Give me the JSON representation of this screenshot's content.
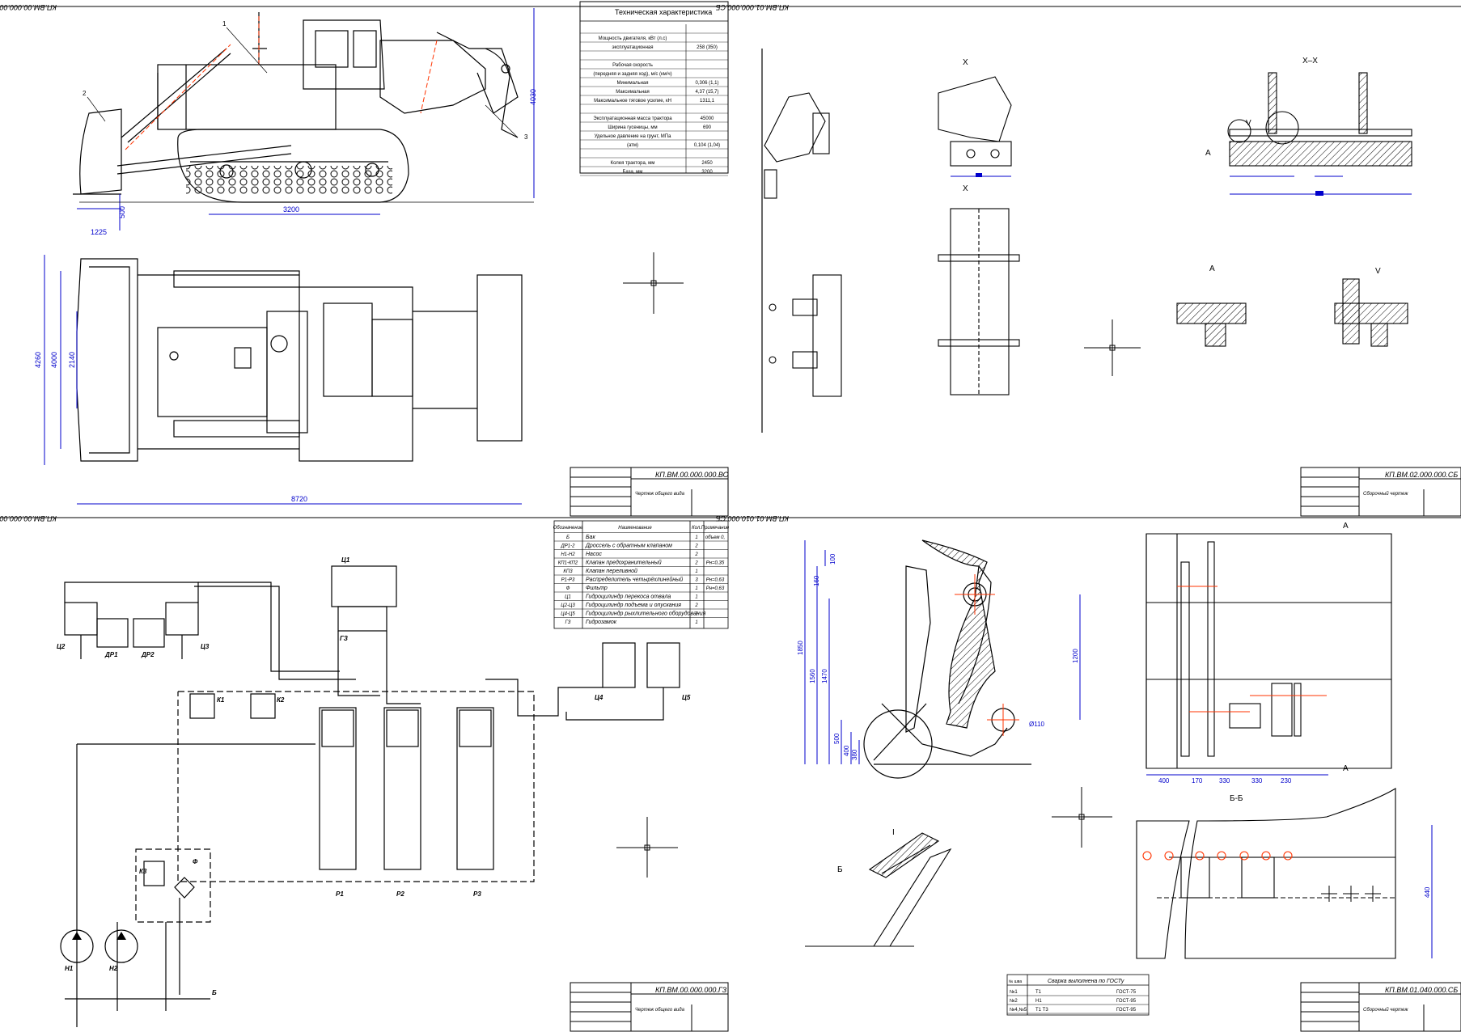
{
  "sheets": {
    "s1": {
      "code": "КП.ВМ.00.000.000.ВО",
      "stamp": "КП.ВМ.00.000.000.ВО",
      "subtitle": "Чертеж общего вида"
    },
    "s2": {
      "code": "КП.ВМ.02.000.000.СБ",
      "stamp": "КП.ВМ.01.000.000.СБ",
      "subtitle": "Сборочный чертеж"
    },
    "s3": {
      "code": "КП.ВМ.00.000.000.ГЗ",
      "stamp": "КП.ВМ.00.000.000.ГЗ",
      "subtitle": "Чертеж общего вида"
    },
    "s4": {
      "code": "КП.ВМ.01.040.000.СБ",
      "stamp": "КП.ВМ.01.010.000.СБ",
      "subtitle": "Сборочный чертеж"
    }
  },
  "specs": {
    "title": "Техническая характеристика",
    "rows": [
      {
        "label": "",
        "value": ""
      },
      {
        "label": "Мощность двигателя, кВт (л.с)",
        "value": ""
      },
      {
        "label": "эксплуатационная",
        "value": "258 (350)"
      },
      {
        "label": "",
        "value": ""
      },
      {
        "label": "Рабочая скорость",
        "value": ""
      },
      {
        "label": "(передняя и задняя ход), м/с (км/ч)",
        "value": ""
      },
      {
        "label": "Минимальная",
        "value": "0,306 (1,1)"
      },
      {
        "label": "Максимальная",
        "value": "4,37 (15,7)"
      },
      {
        "label": "Максимальное тяговое усилие, кН",
        "value": "1311,1"
      },
      {
        "label": "",
        "value": ""
      },
      {
        "label": "Эксплуатационная масса трактора",
        "value": "45000"
      },
      {
        "label": "Ширина гусеницы, мм",
        "value": "690"
      },
      {
        "label": "Удельное давление на грунт, МПа",
        "value": ""
      },
      {
        "label": "(атм)",
        "value": "0,104 (1,04)"
      },
      {
        "label": "",
        "value": ""
      },
      {
        "label": "Колея трактора, мм",
        "value": "2450"
      },
      {
        "label": "База, мм",
        "value": "3200"
      }
    ]
  },
  "dims": {
    "side_height": "4030",
    "side_base": "3200",
    "side_blade_w": "1225",
    "side_blade_h": "500",
    "plan_total": "4260",
    "plan_mid": "4000",
    "plan_inner": "2140",
    "plan_length": "8720",
    "blade_h1": "1850",
    "blade_h2": "1560",
    "blade_h3": "1470",
    "blade_h4": "500",
    "blade_h5": "400",
    "blade_h6": "380",
    "blade_h7": "100",
    "blade_h8": "160",
    "blade_right": "1200",
    "blade_dia": "Ø110",
    "frame_d1": "400",
    "frame_d2": "170",
    "frame_d3": "330",
    "frame_d4": "330",
    "frame_d5": "230",
    "bb_height": "440"
  },
  "callouts": {
    "c1": "1",
    "c2": "2",
    "c3": "3"
  },
  "views": {
    "xx": "Х–Х",
    "x1": "Х",
    "x2": "Х",
    "a_view": "А",
    "v_view": "V",
    "a_mark": "А",
    "v_mark": "V",
    "i_view": "I",
    "b_mark": "Б",
    "bb_view": "Б-Б",
    "a_top": "А",
    "a_bot": "А"
  },
  "hyd_table": {
    "headers": [
      "Обозначение",
      "Наименование",
      "Кол.",
      "Примечание"
    ],
    "rows": [
      [
        "Б",
        "Бак",
        "1",
        "объем 0,"
      ],
      [
        "ДР1-2",
        "Дроссель с обратным клапаном",
        "2",
        ""
      ],
      [
        "Н1-Н2",
        "Насос",
        "2",
        ""
      ],
      [
        "КП1-КП2",
        "Клапан предохранительный",
        "2",
        "Pн=0,35"
      ],
      [
        "КП3",
        "Клапан переливной",
        "1",
        ""
      ],
      [
        "Р1-Р3",
        "Распределитель четырёхлинейный",
        "3",
        "Pн=0,63"
      ],
      [
        "Ф",
        "Фильтр",
        "1",
        "Pн=0,63"
      ],
      [
        "Ц1",
        "Гидроцилиндр перекоса отвала",
        "1",
        ""
      ],
      [
        "Ц2-Ц3",
        "Гидроцилиндр подъема и опускания",
        "2",
        ""
      ],
      [
        "Ц4-Ц5",
        "Гидроцилиндр рыхлительного оборудования",
        "2",
        ""
      ],
      [
        "ГЗ",
        "Гидрозамок",
        "1",
        ""
      ]
    ]
  },
  "hyd_labels": {
    "c2": "Ц2",
    "c3": "Ц3",
    "c1": "Ц1",
    "gz": "ГЗ",
    "dr1": "ДР1",
    "dr2": "ДР2",
    "c4": "Ц4",
    "c5": "Ц5",
    "k1": "К1",
    "k2": "К2",
    "k3": "К3",
    "f": "Ф",
    "p1": "Р1",
    "p2": "Р2",
    "p3": "Р3",
    "n1": "Н1",
    "n2": "Н2",
    "b": "Б"
  },
  "welds": {
    "title": "Сварка выполнена по ГОСТу",
    "rows": [
      {
        "n": "№1",
        "sym": "Т1",
        "gost": "ГОСТ-75"
      },
      {
        "n": "№2",
        "sym": "Н1",
        "gost": "ГОСТ-95"
      },
      {
        "n": "№4,№5",
        "sym": "Т1 Т3",
        "gost": "ГОСТ-95"
      }
    ],
    "col1": "№ шва"
  },
  "colors": {
    "ink": "#000000",
    "dim": "#0000cc",
    "axis": "#ff3300"
  }
}
